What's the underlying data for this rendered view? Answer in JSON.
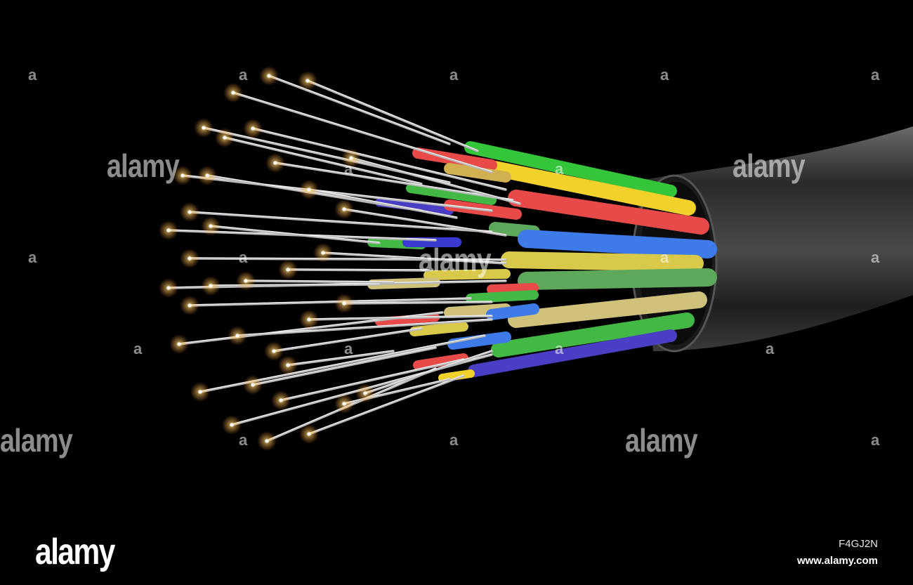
{
  "photo": {
    "subject": "fiber-optic-cable",
    "background_color": "#000000",
    "jacket_color": "#2e2e2e",
    "strand_colors": [
      "#34c53a",
      "#f2d12b",
      "#e84a4a",
      "#3f7be8",
      "#d8c94a",
      "#5da85a",
      "#cfc07a",
      "#44b844",
      "#4a3fc4"
    ]
  },
  "watermarks": {
    "big_text": "alamy",
    "small_text": "a"
  },
  "footer": {
    "logo": "alamy",
    "image_id": "F4GJ2N",
    "website": "www.alamy.com"
  }
}
